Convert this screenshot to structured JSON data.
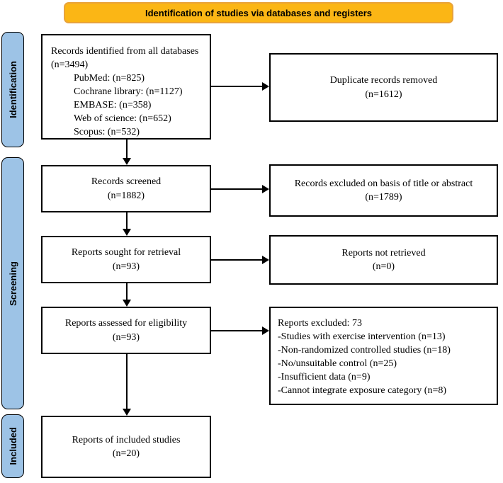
{
  "colors": {
    "banner_bg": "#FBB615",
    "banner_border": "#E8A33B",
    "sidebar_bg": "#9DC3E6",
    "box_border": "#000000"
  },
  "banner": {
    "title": "Identification of studies via databases and registers"
  },
  "stages": {
    "identification": "Identification",
    "screening": "Screening",
    "included": "Included"
  },
  "boxes": {
    "identified": {
      "intro": "Records identified from all databases (n=3494)",
      "sources": [
        "PubMed: (n=825)",
        "Cochrane library: (n=1127)",
        "EMBASE: (n=358)",
        "Web of science: (n=652)",
        "Scopus: (n=532)"
      ]
    },
    "duplicates_removed": {
      "label": "Duplicate records removed",
      "count": "(n=1612)"
    },
    "records_screened": {
      "label": "Records screened",
      "count": "(n=1882)"
    },
    "records_excluded": {
      "label": "Records excluded on basis of title or abstract",
      "count": "(n=1789)"
    },
    "reports_sought": {
      "label": "Reports sought for retrieval",
      "count": "(n=93)"
    },
    "reports_not_retrieved": {
      "label": "Reports not retrieved",
      "count": "(n=0)"
    },
    "reports_assessed": {
      "label": "Reports assessed for eligibility",
      "count": "(n=93)"
    },
    "reports_excluded": {
      "title": "Reports excluded: 73",
      "reasons": [
        "-Studies with exercise intervention (n=13)",
        "-Non-randomized controlled studies (n=18)",
        "-No/unsuitable control (n=25)",
        "-Insufficient data (n=9)",
        "-Cannot integrate exposure category (n=8)"
      ]
    },
    "included_studies": {
      "label": "Reports of included studies",
      "count": "(n=20)"
    }
  }
}
